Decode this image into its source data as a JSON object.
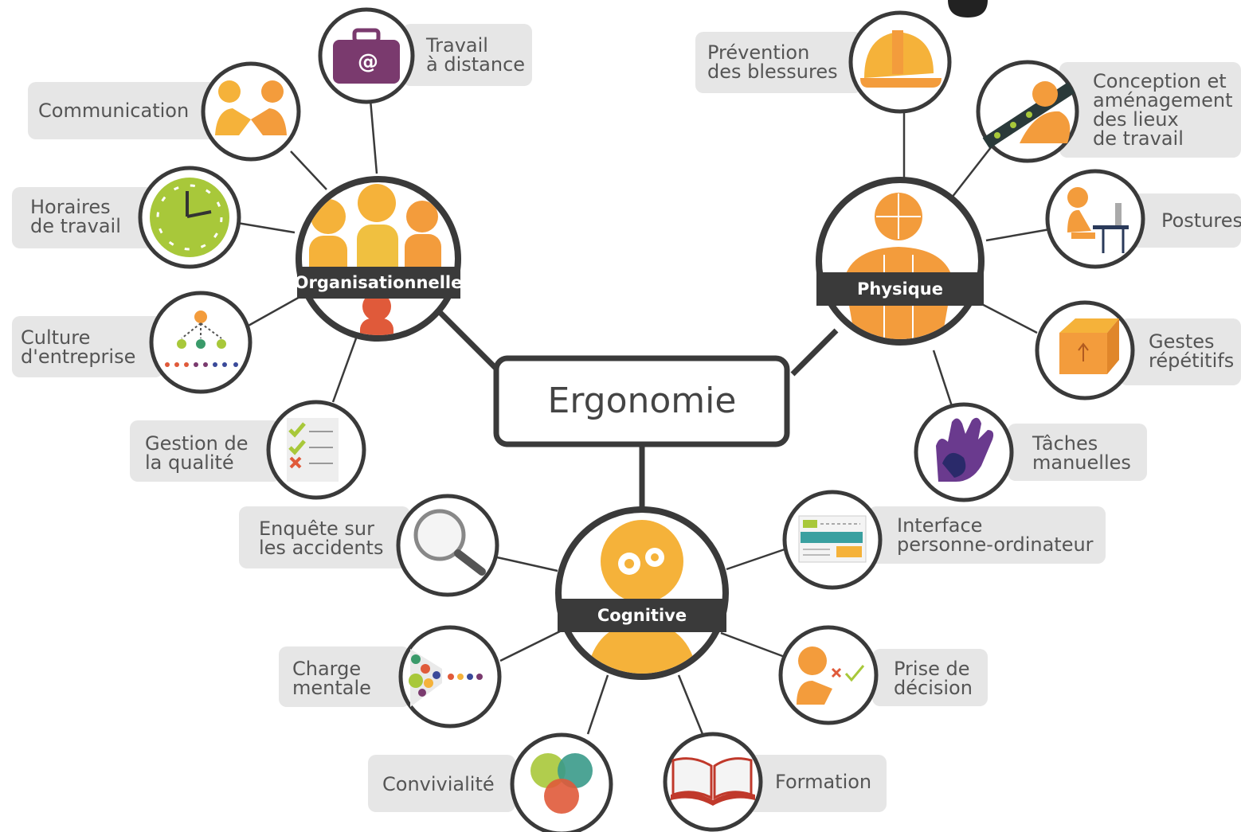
{
  "center": {
    "label": "Ergonomie"
  },
  "hubs": {
    "organisationnelle": {
      "label": "Organisationnelle"
    },
    "physique": {
      "label": "Physique"
    },
    "cognitive": {
      "label": "Cognitive"
    }
  },
  "topics": {
    "travail_distance": {
      "line1": "Travail",
      "line2": "à distance",
      "icon": "briefcase-email-icon"
    },
    "communication": {
      "line1": "Communication",
      "icon": "handshake-icon"
    },
    "horaires": {
      "line1": "Horaires",
      "line2": "de travail",
      "icon": "clock-icon"
    },
    "culture": {
      "line1": "Culture",
      "line2": "d'entreprise",
      "icon": "org-chart-icon"
    },
    "qualite": {
      "line1": "Gestion de",
      "line2": "la qualité",
      "icon": "checklist-icon"
    },
    "prevention": {
      "line1": "Prévention",
      "line2": "des blessures",
      "icon": "hard-hat-icon"
    },
    "conception": {
      "line1": "Conception et",
      "line2": "aménagement",
      "line3": "des lieux",
      "line4": "de travail",
      "icon": "assembly-line-icon"
    },
    "postures": {
      "line1": "Postures",
      "icon": "desk-worker-icon"
    },
    "gestes": {
      "line1": "Gestes",
      "line2": "répétitifs",
      "icon": "box-icon"
    },
    "taches": {
      "line1": "Tâches",
      "line2": "manuelles",
      "icon": "glove-hand-icon"
    },
    "enquete": {
      "line1": "Enquête sur",
      "line2": "les accidents",
      "icon": "magnifier-icon"
    },
    "interface": {
      "line1": "Interface",
      "line2": "personne-ordinateur",
      "icon": "screen-interface-icon"
    },
    "charge": {
      "line1": "Charge",
      "line2": "mentale",
      "icon": "funnel-dots-icon"
    },
    "decision": {
      "line1": "Prise de",
      "line2": "décision",
      "icon": "person-choice-icon"
    },
    "convivialite": {
      "line1": "Convivialité",
      "icon": "venn-circles-icon"
    },
    "formation": {
      "line1": "Formation",
      "icon": "open-book-icon"
    }
  },
  "colors": {
    "ring": "#3a3a3a",
    "label_bg": "#e6e6e6",
    "text": "#555555",
    "orange": "#f39c3c",
    "yellow": "#f5b23a",
    "red": "#e05a3a",
    "green": "#a8c83a",
    "purple": "#7a3a6e"
  }
}
